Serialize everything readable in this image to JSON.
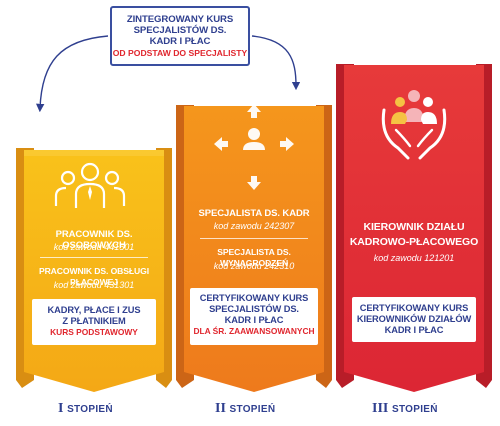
{
  "top_box": {
    "line1": "ZINTEGROWANY KURS",
    "line2": "SPECJALISTÓW DS.",
    "line3": "KADR I PŁAC",
    "line4": "OD PODSTAW DO SPECJALISTY"
  },
  "colors": {
    "navy": "#2f3f8f",
    "red": "#e0262e",
    "yellow": "#f7b916",
    "orange": "#f0871f",
    "crimson": "#e32b3a"
  },
  "col1": {
    "job1": "PRACOWNIK DS. OSOBOWYCH",
    "code1": "kod zawodu 441501",
    "job2": "PRACOWNIK DS. OBSŁUGI PŁACOWEJ",
    "code2": "kod zawodu 431301",
    "course_line1": "KADRY, PŁACE I ZUS",
    "course_line2": "Z PŁATNIKIEM",
    "course_level": "KURS PODSTAWOWY",
    "stage_num": "I",
    "stage_label": "STOPIEŃ",
    "icon": "people-group-icon"
  },
  "col2": {
    "job1": "SPECJALISTA DS. KADR",
    "code1": "kod zawodu 242307",
    "job2": "SPECJALISTA DS. WYNAGRODZEŃ",
    "code2": "kod zawodu 242310",
    "course_line1": "CERTYFIKOWANY KURS",
    "course_line2": "SPECJALISTÓW DS.",
    "course_line3": "KADR I PŁAC",
    "course_level": "DLA ŚR. ZAAWANSOWANYCH",
    "stage_num": "II",
    "stage_label": "STOPIEŃ",
    "icon": "person-arrows-icon"
  },
  "col3": {
    "job1_line1": "KIEROWNIK DZIAŁU",
    "job1_line2": "KADROWO-PŁACOWEGO",
    "code1": "kod zawodu 121201",
    "course_line1": "CERTYFIKOWANY KURS",
    "course_line2": "KIEROWNIKÓW DZIAŁÓW",
    "course_line3": "KADR I PŁAC",
    "stage_num": "III",
    "stage_label": "STOPIEŃ",
    "icon": "hands-people-icon"
  }
}
